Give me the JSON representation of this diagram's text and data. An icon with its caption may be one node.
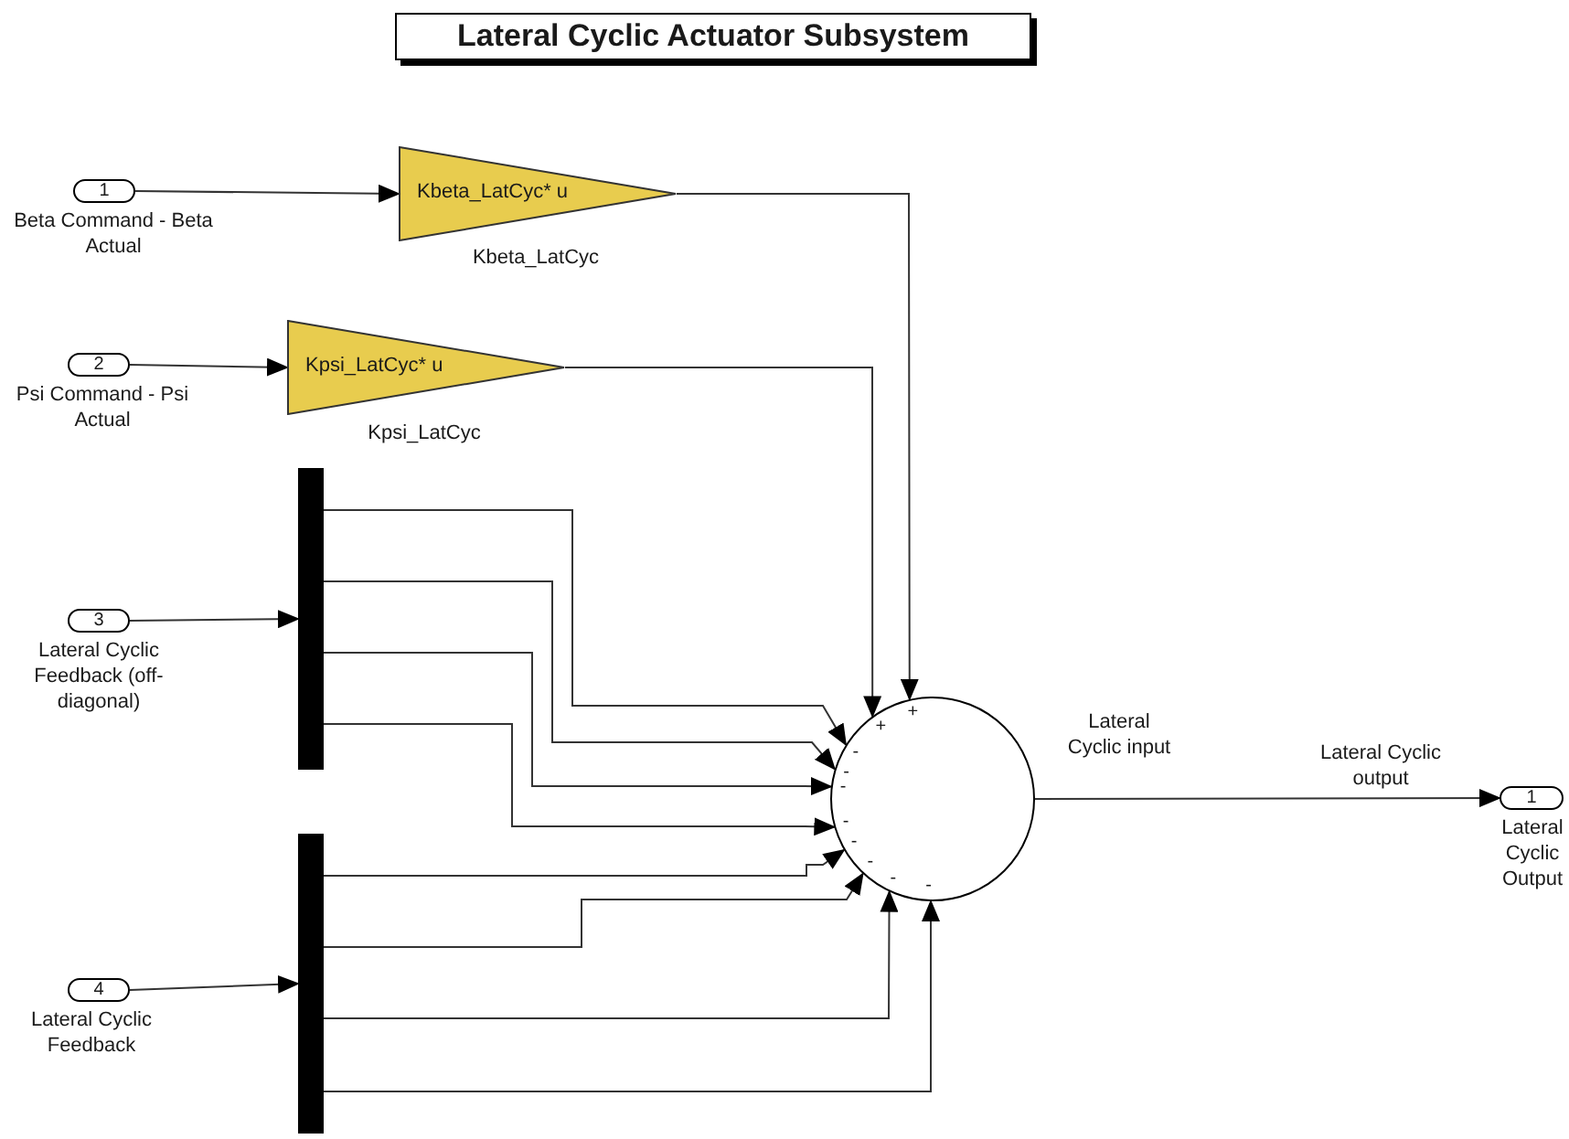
{
  "diagram": {
    "title": "Lateral Cyclic Actuator Subsystem",
    "nodes": [
      {
        "text": [
          "1"
        ],
        "beside": [
          "Beta Command - Beta Actual"
        ]
      },
      {
        "text": [
          "2"
        ],
        "beside": [
          "Psi Command - Psi Actual"
        ]
      },
      {
        "text": [
          "3"
        ],
        "beside": [
          "Lateral Cyclic Feedback (off-diagonal)"
        ]
      },
      {
        "text": [
          "4"
        ],
        "beside": [
          "Lateral Cyclic Feedback"
        ]
      },
      {
        "text": [
          "Kbeta_LatCyc* u"
        ],
        "beside": [
          "Kbeta_LatCyc"
        ]
      },
      {
        "text": [
          "Kpsi_LatCyc* u"
        ],
        "beside": [
          "Kpsi_LatCyc"
        ]
      },
      {
        "text": [],
        "shape": "bar"
      },
      {
        "text": [],
        "shape": "bar"
      },
      {
        "text": [],
        "shape": "circle"
      },
      {
        "text": [
          "1"
        ],
        "beside": [
          "Lateral Cyclic Output"
        ]
      }
    ],
    "edges": [
      {
        "from": 0,
        "to": 4,
        "arrow": "to"
      },
      {
        "from": 1,
        "to": 5,
        "arrow": "to"
      },
      {
        "from": 2,
        "to": 6,
        "arrow": "to"
      },
      {
        "from": 3,
        "to": 7,
        "arrow": "to"
      },
      {
        "from": 4,
        "to": 8,
        "arrow": "to"
      },
      {
        "from": 5,
        "to": 8,
        "arrow": "to"
      },
      {
        "from": 6,
        "to": 8,
        "arrow": "to"
      },
      {
        "from": 6,
        "to": 8,
        "arrow": "to"
      },
      {
        "from": 6,
        "to": 8,
        "arrow": "to"
      },
      {
        "from": 6,
        "to": 8,
        "arrow": "to"
      },
      {
        "from": 7,
        "to": 8,
        "arrow": "to"
      },
      {
        "from": 7,
        "to": 8,
        "arrow": "to"
      },
      {
        "from": 7,
        "to": 8,
        "arrow": "to"
      },
      {
        "from": 7,
        "to": 8,
        "arrow": "to"
      },
      {
        "from": 8,
        "to": 9,
        "arrow": "to",
        "label": "Lateral Cyclic output"
      }
    ],
    "labels": [
      "+",
      "+",
      "-",
      "-",
      "-",
      "-",
      "-",
      "-",
      "-",
      "-",
      "Lateral Cyclic input"
    ]
  }
}
